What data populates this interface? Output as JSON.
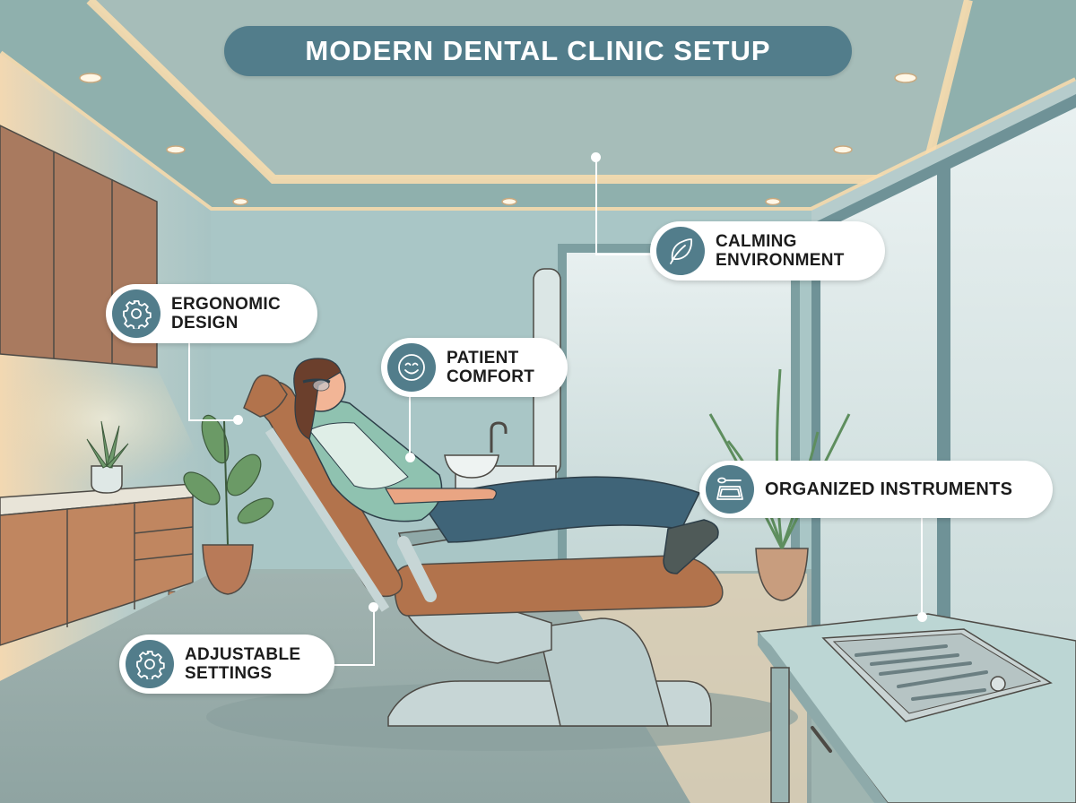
{
  "title": "MODERN DENTAL CLINIC SETUP",
  "colors": {
    "accent": "#527d8b",
    "callout_bg": "#ffffff",
    "callout_text": "#1c1c1c",
    "wall": "#a9c6c6",
    "ceiling_glow": "#f7dcae",
    "cabinet_wood": "#b87a58",
    "chair_upholstery": "#b2734c",
    "floor": "#9aaeab"
  },
  "callouts": [
    {
      "id": "ergonomic-design",
      "label": "ERGONOMIC\nDESIGN",
      "icon": "gear-icon"
    },
    {
      "id": "patient-comfort",
      "label": "PATIENT\nCOMFORT",
      "icon": "smiley-icon"
    },
    {
      "id": "calming-environment",
      "label": "CALMING\nENVIRONMENT",
      "icon": "leaf-icon"
    },
    {
      "id": "organized-instruments",
      "label": "ORGANIZED INSTRUMENTS",
      "icon": "instrument-tray-icon"
    },
    {
      "id": "adjustable-settings",
      "label": "ADJUSTABLE\nSETTINGS",
      "icon": "gear-icon"
    }
  ]
}
